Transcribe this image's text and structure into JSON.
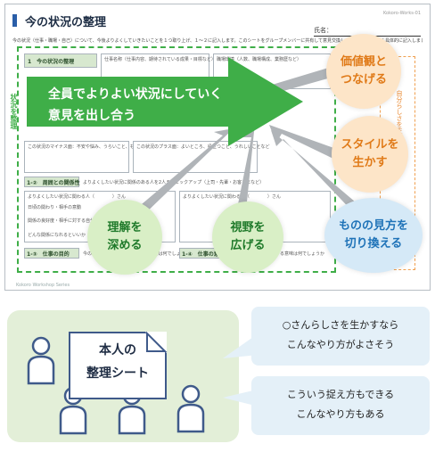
{
  "sheet": {
    "title": "今の状況の整理",
    "name_label": "氏名：",
    "doc_id": "Kokoro-Works-01",
    "description": "今の状況（仕事・職場・自己）について、今後よりよくしていきたいことを１つ取り上げ、１～２に記入します。このシートをグループメンバーに共有して意見交換しますので、なるべく具体的に記入しましょう。",
    "left_vertical": "状況を整理",
    "right_vertical": "自分らしさを生かす",
    "footer": "Kokoro Workshop Series",
    "sections": {
      "s1_label": "1　今の状況の整理",
      "s1_col1": "仕事名称（仕事内容、期待されている成果・目標など）",
      "s1_col2": "職場環境（人数、職場構成、業務歴など）",
      "s1_row2": "この状況のマイナス面：不安や悩み、うらいこと、もやもやなど",
      "s1_row2b": "この状況のプラス面：よいところ、役立つこと、うれしいことなど",
      "s2_label": "1-②　周囲との関係性",
      "s2_line": "よりよくしたい状況に関係のある人を2人までピックアップ（上司・先輩・お客さまなど）",
      "s2_person1": "よりよくしたい状況に関わる人（　　　　）さん",
      "s2_person2": "よりよくしたい状況に関わる人（　　　　）さん",
      "s2_q1": "日頃の関わり・相手の意動",
      "s2_q2": "関係の良好度・相手に対する自分の思い",
      "s2_q3": "どんな関係になれるといいか",
      "s3_label": "1-③　仕事の目的",
      "s3_text": "今の仕事・あなたにとって大切な目的は何でしょうか",
      "s4_label": "1-④　仕事の意義",
      "s4_text": "このような仕事をする意味は何でしょうか"
    }
  },
  "banner": {
    "line1": "全員でよりよい状況にしていく",
    "line2": "意見を出し合う"
  },
  "bubbles": {
    "values": [
      "価値観と",
      "つなげる"
    ],
    "style": [
      "スタイルを",
      "生かす"
    ],
    "viewpoint": [
      "ものの見方を",
      "切り換える"
    ],
    "understand": [
      "理解を",
      "深める"
    ],
    "vision": [
      "視野を",
      "広げる"
    ]
  },
  "diagram": {
    "doc_title": [
      "本人の",
      "整理シート"
    ],
    "speech1": [
      "○さんらしさを生かすなら",
      "こんなやり方がよさそう"
    ],
    "speech2": [
      "こういう捉え方もできる",
      "こんなやり方もある"
    ]
  },
  "colors": {
    "green": "#3fae48",
    "orange": "#e07a18",
    "blue": "#1f73b8",
    "navy": "#3f5a8a"
  }
}
